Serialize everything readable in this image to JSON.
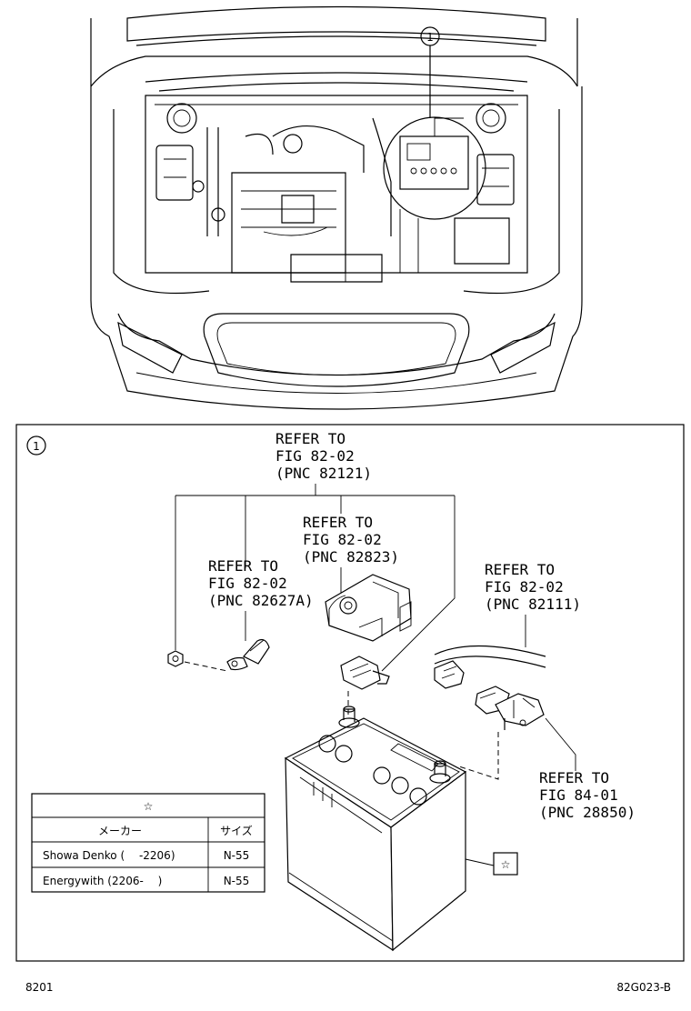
{
  "overview": {
    "callout_number": "1"
  },
  "detail": {
    "callout_number": "1",
    "callouts": [
      {
        "lines": [
          "REFER TO",
          "FIG 82-02",
          "(PNC 82121)"
        ]
      },
      {
        "lines": [
          "REFER TO",
          "FIG 82-02",
          "(PNC 82823)"
        ]
      },
      {
        "lines": [
          "REFER TO",
          "FIG 82-02",
          "(PNC 82627A)"
        ]
      },
      {
        "lines": [
          "REFER TO",
          "FIG 82-02",
          "(PNC 82111)"
        ]
      },
      {
        "lines": [
          "REFER TO",
          "FIG 84-01",
          "(PNC 28850)"
        ]
      }
    ],
    "star_marker": "☆"
  },
  "table": {
    "header_symbol": "☆",
    "columns": [
      "メーカー",
      "サイズ"
    ],
    "rows": [
      {
        "maker": "Showa Denko (　 -2206)",
        "size": "N-55"
      },
      {
        "maker": "Energywith (2206-　 )",
        "size": "N-55"
      }
    ]
  },
  "footer": {
    "left_code": "8201",
    "right_code": "82G023-B"
  }
}
